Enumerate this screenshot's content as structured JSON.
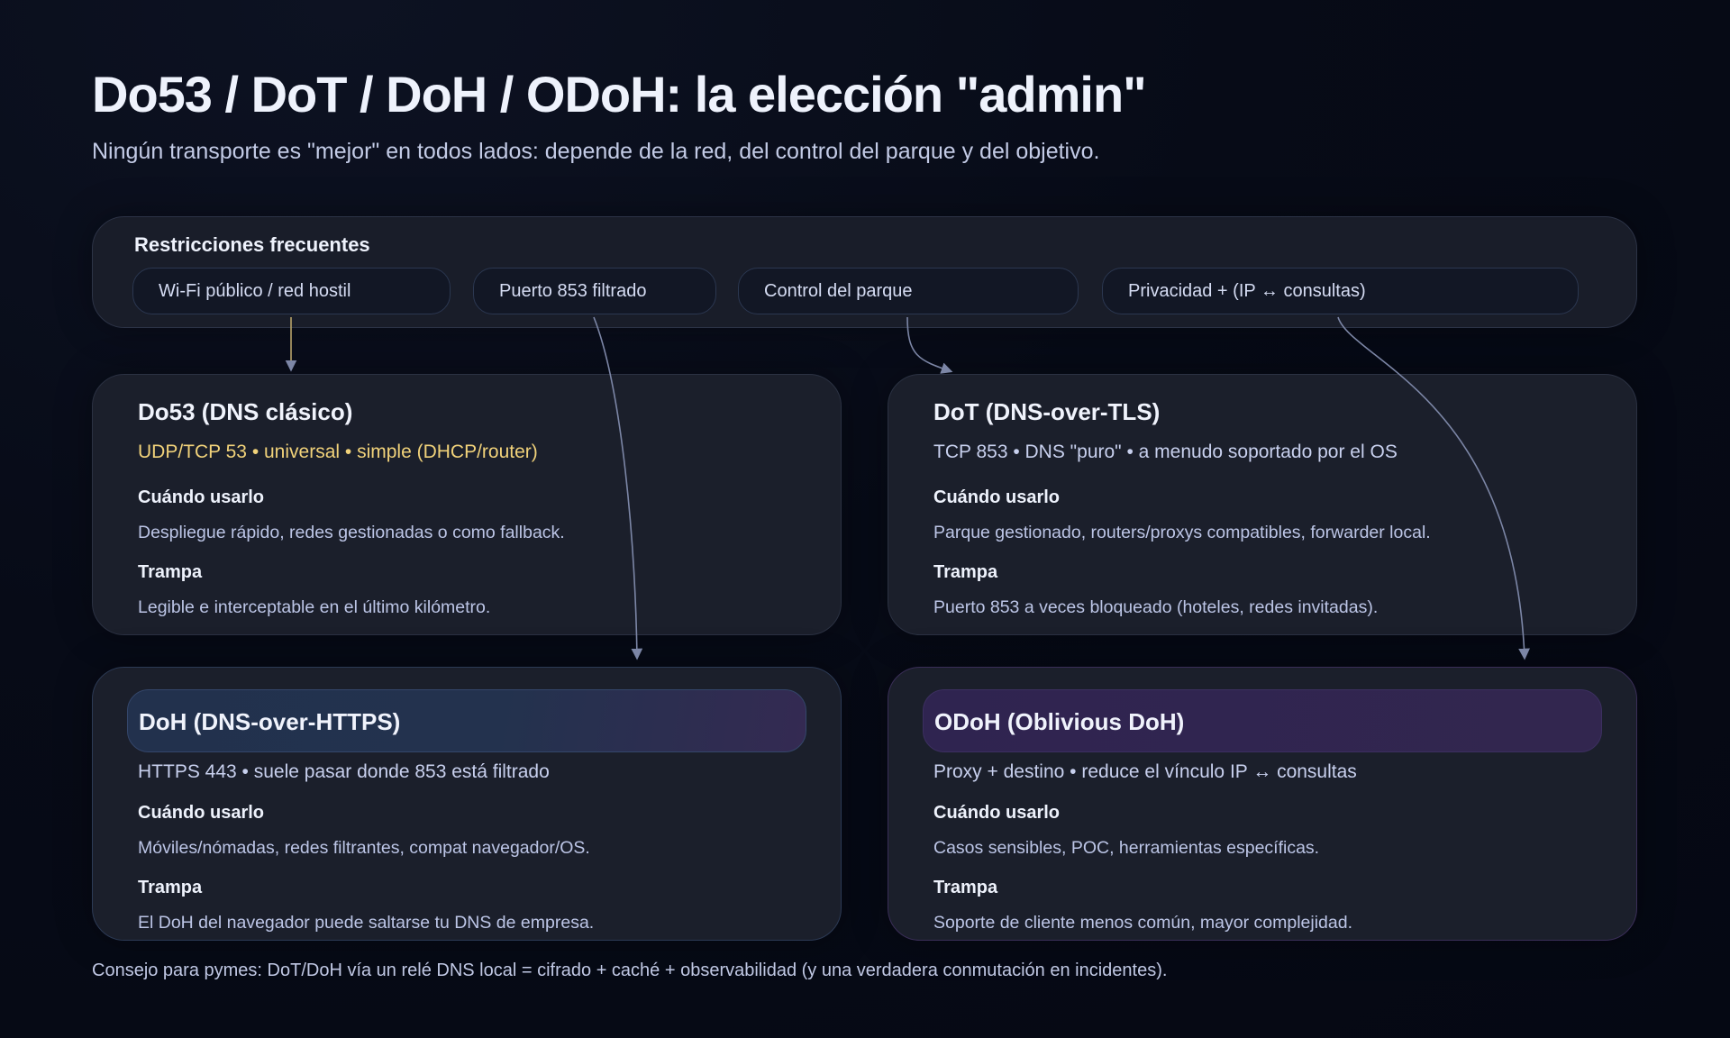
{
  "header": {
    "title": "Do53 / DoT / DoH / ODoH: la elección \"admin\"",
    "subtitle": "Ningún transporte es \"mejor\" en todos lados: depende de la red, del control del parque y del objetivo."
  },
  "restrictions": {
    "title": "Restricciones frecuentes",
    "items": [
      {
        "label": "Wi-Fi público / red hostil",
        "target": "Do53"
      },
      {
        "label": "Puerto 853 filtrado",
        "target": "DoH"
      },
      {
        "label": "Control del parque",
        "target": "DoT"
      },
      {
        "label": "Privacidad + (IP ↔ consultas)",
        "target": "ODoH"
      }
    ]
  },
  "cards": {
    "do53": {
      "title": "Do53 (DNS clásico)",
      "tagline": "UDP/TCP 53 • universal • simple (DHCP/router)",
      "when_label": "Cuándo usarlo",
      "when": "Despliegue rápido, redes gestionadas o como fallback.",
      "trap_label": "Trampa",
      "trap": "Legible e interceptable en el último kilómetro."
    },
    "dot": {
      "title": "DoT (DNS-over-TLS)",
      "tagline": "TCP 853 • DNS \"puro\" • a menudo soportado por el OS",
      "when_label": "Cuándo usarlo",
      "when": "Parque gestionado, routers/proxys compatibles, forwarder local.",
      "trap_label": "Trampa",
      "trap": "Puerto 853 a veces bloqueado (hoteles, redes invitadas)."
    },
    "doh": {
      "title": "DoH (DNS-over-HTTPS)",
      "tagline": "HTTPS 443 • suele pasar donde 853 está filtrado",
      "when_label": "Cuándo usarlo",
      "when": "Móviles/nómadas, redes filtrantes, compat navegador/OS.",
      "trap_label": "Trampa",
      "trap": "El DoH del navegador puede saltarse tu DNS de empresa."
    },
    "odoh": {
      "title": "ODoH (Oblivious DoH)",
      "tagline": "Proxy + destino • reduce el vínculo IP ↔ consultas",
      "when_label": "Cuándo usarlo",
      "when": "Casos sensibles, POC, herramientas específicas.",
      "trap_label": "Trampa",
      "trap": "Soporte de cliente menos común, mayor complejidad."
    }
  },
  "footer": {
    "tip": "Consejo para pymes: DoT/DoH vía un relé DNS local = cifrado + caché + observabilidad (y una verdadera conmutación en incidentes)."
  },
  "colors": {
    "background": "#050813",
    "card": "#1b1f2b",
    "accent_gold": "#f1d27a",
    "arrow": "#7c86a6",
    "doh_band": "#23324e",
    "odoh_band": "#32264f"
  }
}
